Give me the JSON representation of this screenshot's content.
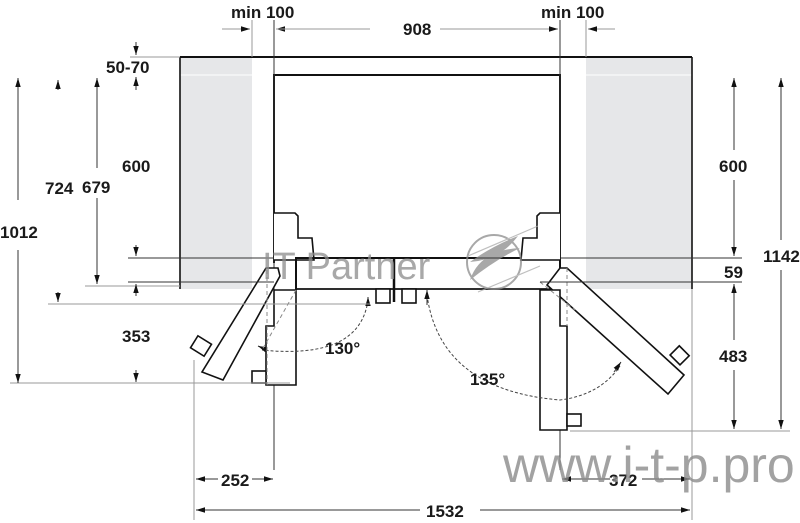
{
  "diagram": {
    "type": "installation-dimensions-top-view",
    "subject": "side-by-side refrigerator with open doors",
    "units": "mm",
    "colors": {
      "line": "#111111",
      "cabinet_fill": "#e6e7e9",
      "watermark": "#8c8c8c",
      "background": "#ffffff"
    },
    "dimensions": {
      "top_left_clearance": "min 100",
      "top_width": "908",
      "top_right_clearance": "min 100",
      "back_gap": "50-70",
      "left_depth_cabinet": "600",
      "left_depth_body": "679",
      "left_depth_total": "724",
      "left_overall": "1012",
      "left_door_swing": "353",
      "left_door_angle": "130°",
      "right_door_angle": "135°",
      "right_depth_cabinet": "600",
      "right_door_thickness": "59",
      "right_door_swing": "483",
      "right_overall": "1142",
      "bottom_left_offset": "252",
      "bottom_right_offset": "372",
      "bottom_total_width": "1532"
    },
    "watermark": {
      "brand": "IT Partner",
      "url": "www.i-t-p.pro"
    }
  }
}
